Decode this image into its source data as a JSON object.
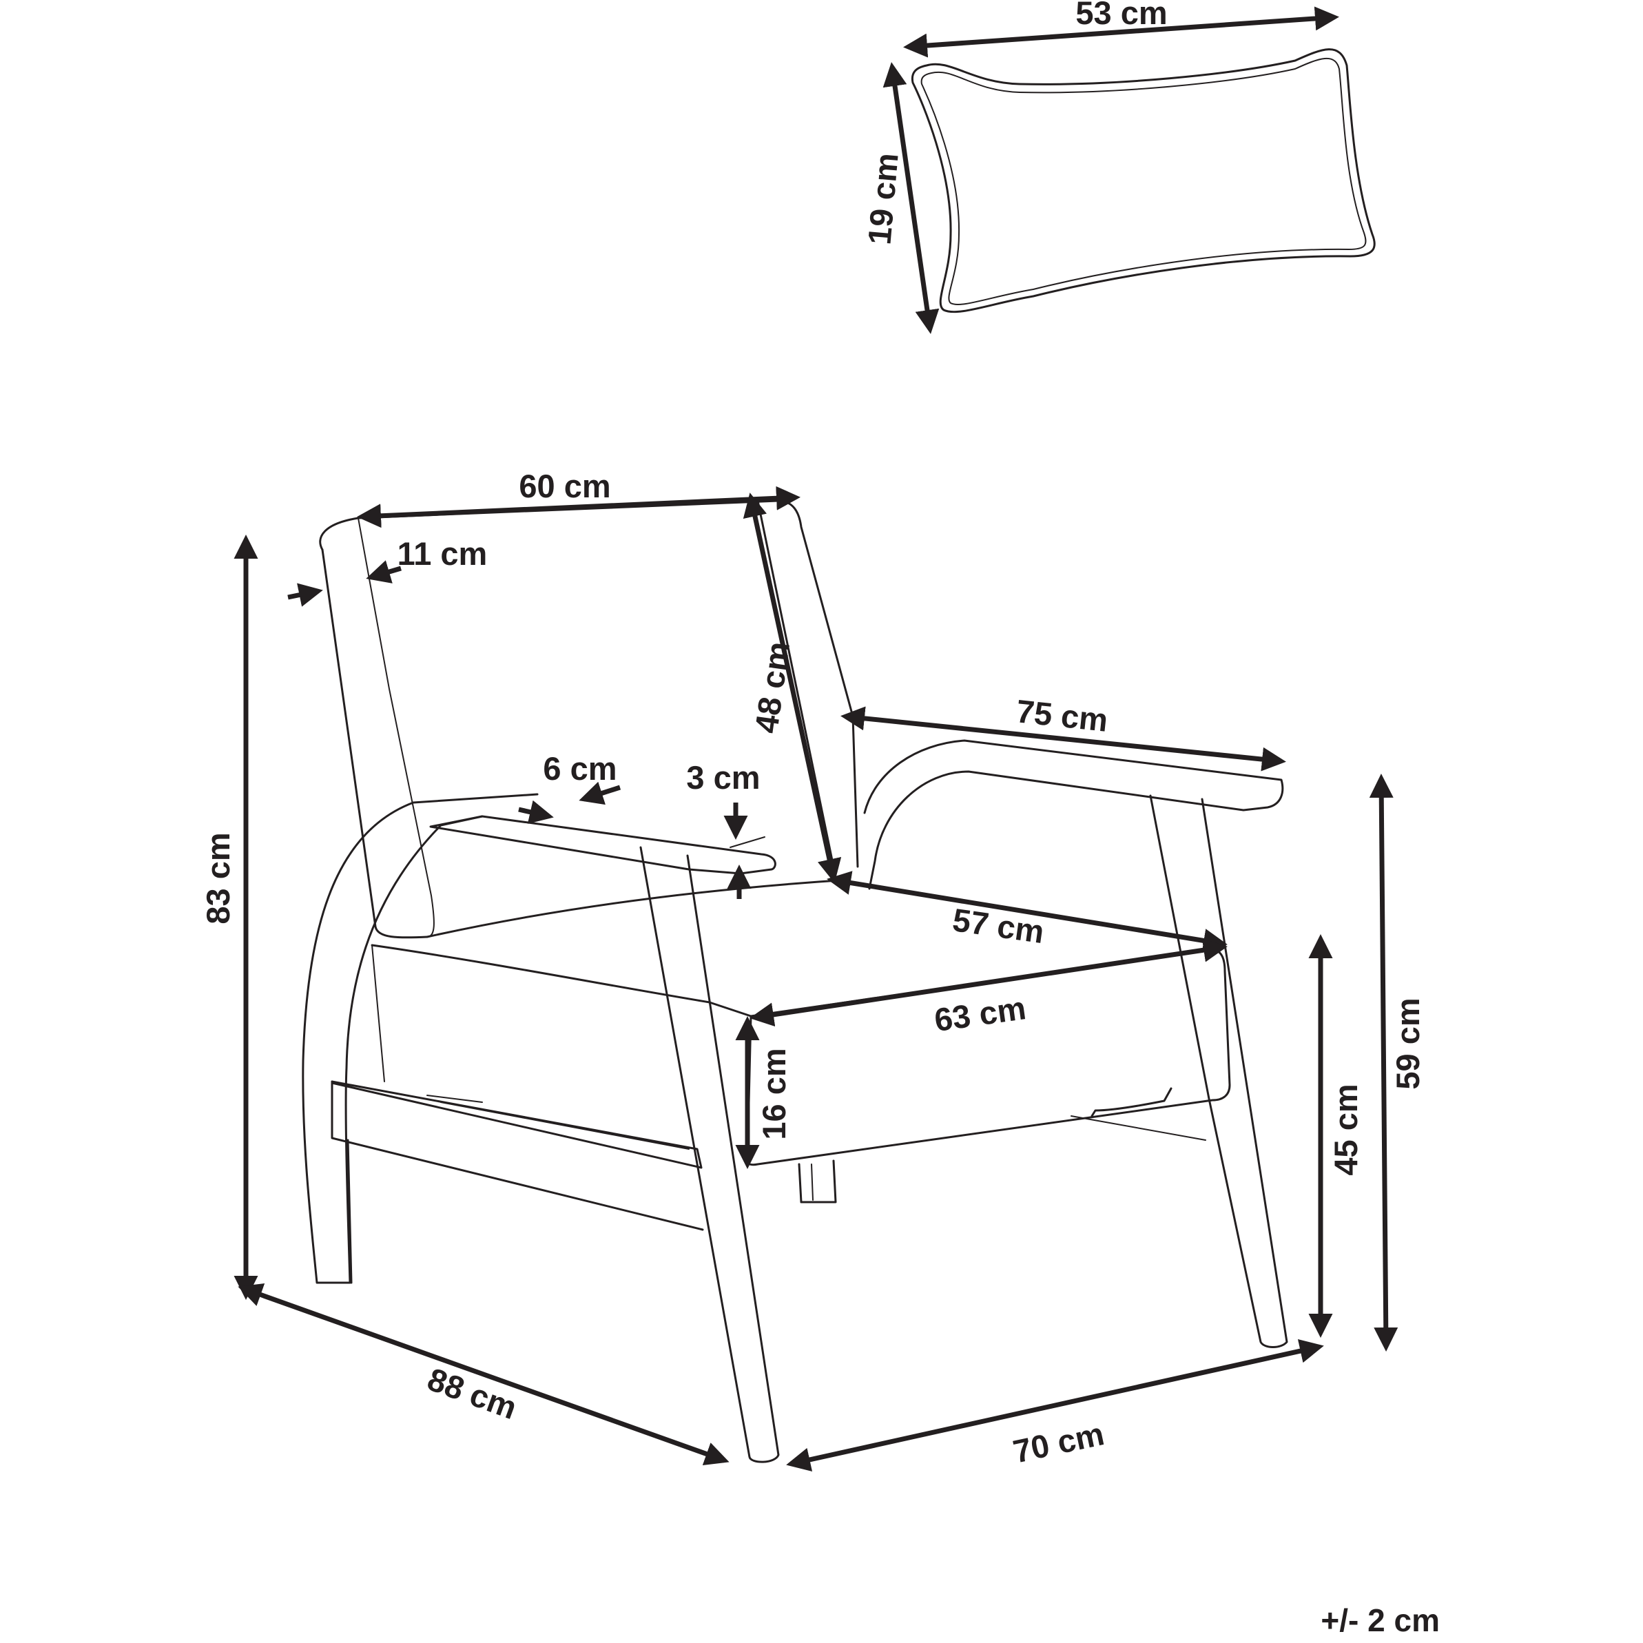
{
  "dimensions": {
    "pillow_width": "53 cm",
    "pillow_height": "19 cm",
    "backrest_width": "60 cm",
    "backrest_thickness": "11 cm",
    "backrest_height": "48 cm",
    "total_height": "83 cm",
    "armrest_depth": "75 cm",
    "armrest_width": "6 cm",
    "armrest_thickness": "3 cm",
    "seat_depth": "57 cm",
    "seat_width": "63 cm",
    "cushion_thickness": "16 cm",
    "seat_height": "45 cm",
    "armrest_height": "59 cm",
    "total_width": "88 cm",
    "total_depth": "70 cm"
  },
  "tolerance": "+/- 2 cm",
  "colors": {
    "line": "#231f20",
    "background": "#ffffff"
  }
}
